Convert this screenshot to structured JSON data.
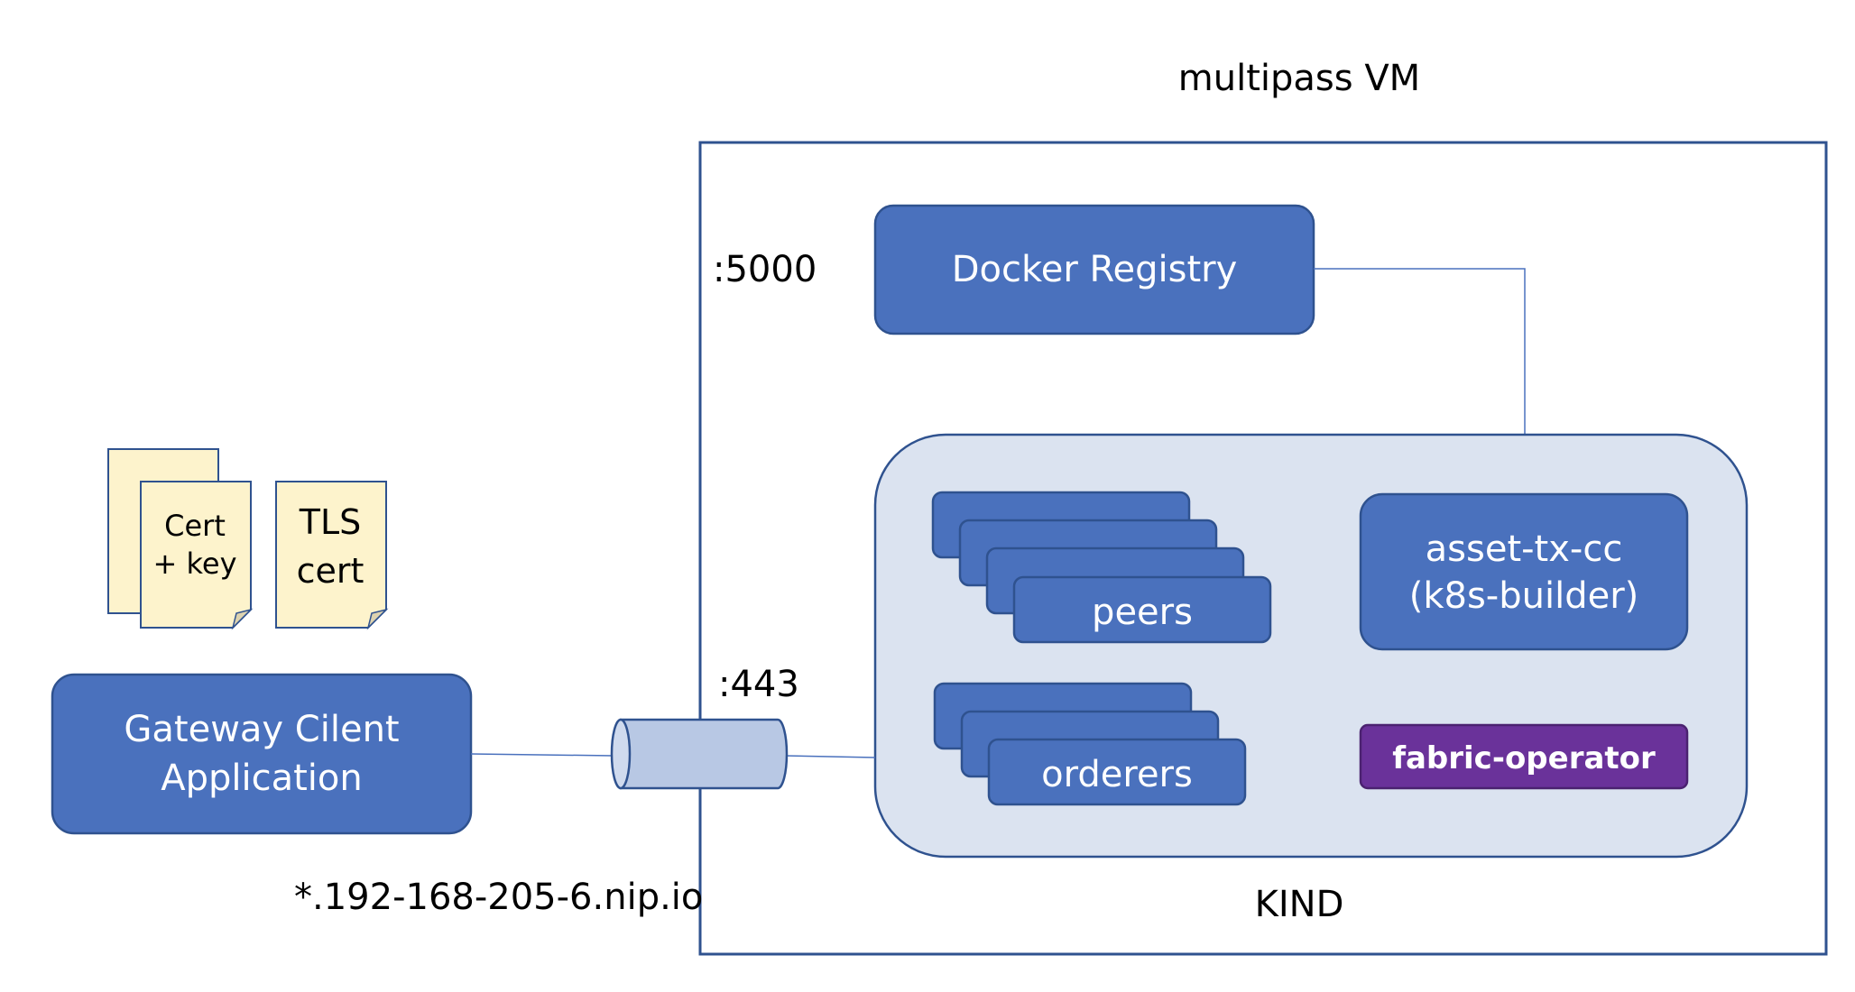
{
  "vm": {
    "title": "multipass VM",
    "port_registry": ":5000",
    "port_ingress": ":443"
  },
  "registry": {
    "label": "Docker Registry"
  },
  "kind": {
    "label": "KIND",
    "peers_label": "peers",
    "orderers_label": "orderers",
    "chaincode_line1": "asset-tx-cc",
    "chaincode_line2": "(k8s-builder)",
    "operator_label": "fabric-operator"
  },
  "client": {
    "line1": "Gateway Cilent",
    "line2": "Application",
    "domain": "*.192-168-205-6.nip.io"
  },
  "docs": {
    "cert_line1": "Cert",
    "cert_line2": "+ key",
    "tls_line1": "TLS",
    "tls_line2": "cert"
  },
  "colors": {
    "box_fill": "#4a71bd",
    "box_stroke": "#2f528f",
    "kind_fill": "#dbe3f0",
    "operator_fill": "#6a329a",
    "doc_fill": "#fdf3cc",
    "tunnel_fill": "#b8c8e4"
  }
}
